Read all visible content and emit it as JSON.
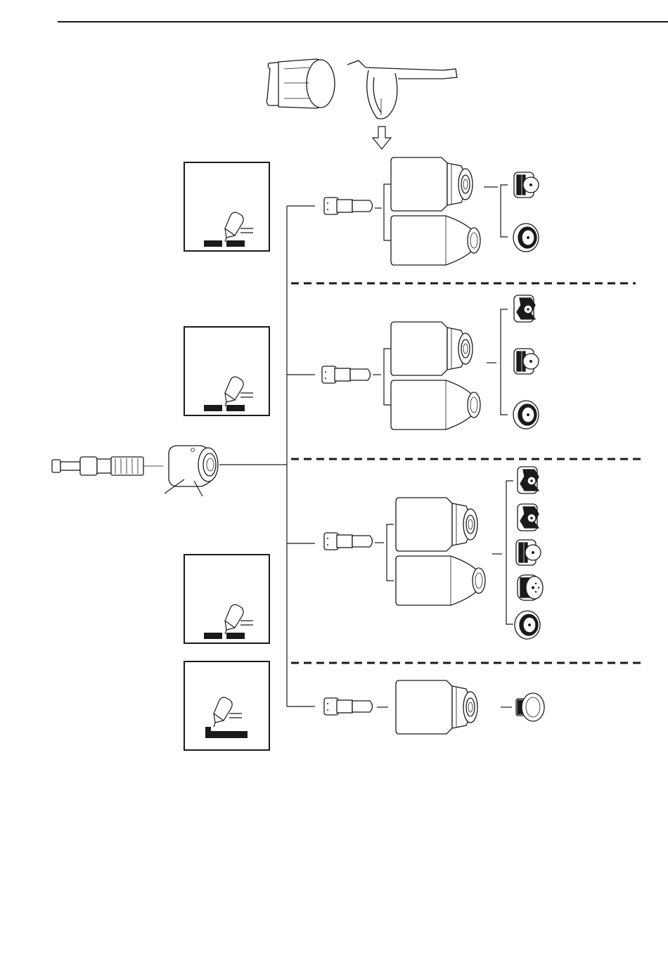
{
  "figure": {
    "description_visible_text": "",
    "colors": {
      "line": "#1a1a1a",
      "background": "#ffffff"
    },
    "icons": {
      "process_box": "torch-cutting-icon",
      "gouging_box": "torch-gouging-icon",
      "arrow": "arrow-down-icon"
    },
    "process_groups": 4,
    "branch_counts": [
      2,
      3,
      5,
      1
    ]
  }
}
